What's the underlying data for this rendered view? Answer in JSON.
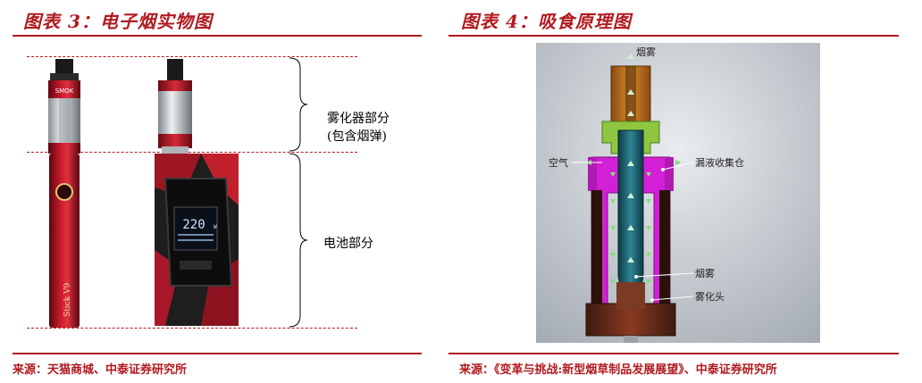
{
  "figure_left": {
    "title": "图表 3：电子烟实物图",
    "labels": {
      "atomizer_line1": "雾化器部分",
      "atomizer_line2": "(包含烟弹)",
      "battery": "电池部分"
    },
    "device_text": {
      "brand": "SMOK",
      "stick_name": "Stick V9",
      "screen_value": "220",
      "screen_unit": "W"
    },
    "source": "来源：天猫商城、中泰证券研究所"
  },
  "figure_right": {
    "title": "图表 4：吸食原理图",
    "labels": {
      "smoke_top": "烟雾",
      "air": "空气",
      "leak_chamber": "漏液收集仓",
      "smoke_inner": "烟雾",
      "atomizer_head": "雾化头"
    },
    "source": "来源：《变革与挑战:新型烟草制品发展展望》、中泰证券研究所"
  },
  "colors": {
    "accent": "#b11a20",
    "diagram_bg": "#c8ccd1",
    "magenta": "#d31fd6",
    "lime": "#8ec63f",
    "orange": "#c77a1f",
    "teal": "#1c5f6b",
    "brown": "#6a2f1c"
  }
}
